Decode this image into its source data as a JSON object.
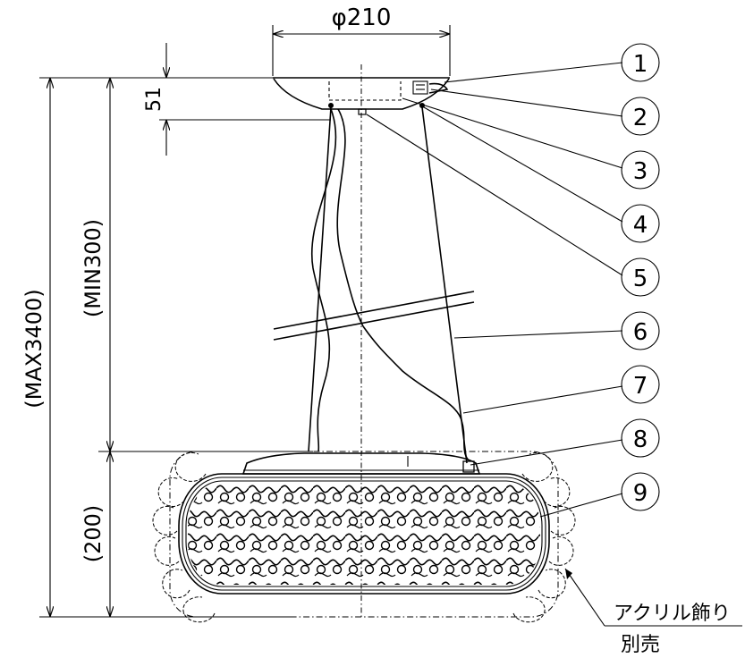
{
  "dimensions": {
    "diameter": "φ210",
    "canopy_height": "51",
    "max_length": "(MAX3400)",
    "min_length": "(MIN300)",
    "shade_height": "(200)"
  },
  "callouts": [
    "1",
    "2",
    "3",
    "4",
    "5",
    "6",
    "7",
    "8",
    "9"
  ],
  "accessory": {
    "name": "アクリル飾り",
    "note": "別売"
  }
}
